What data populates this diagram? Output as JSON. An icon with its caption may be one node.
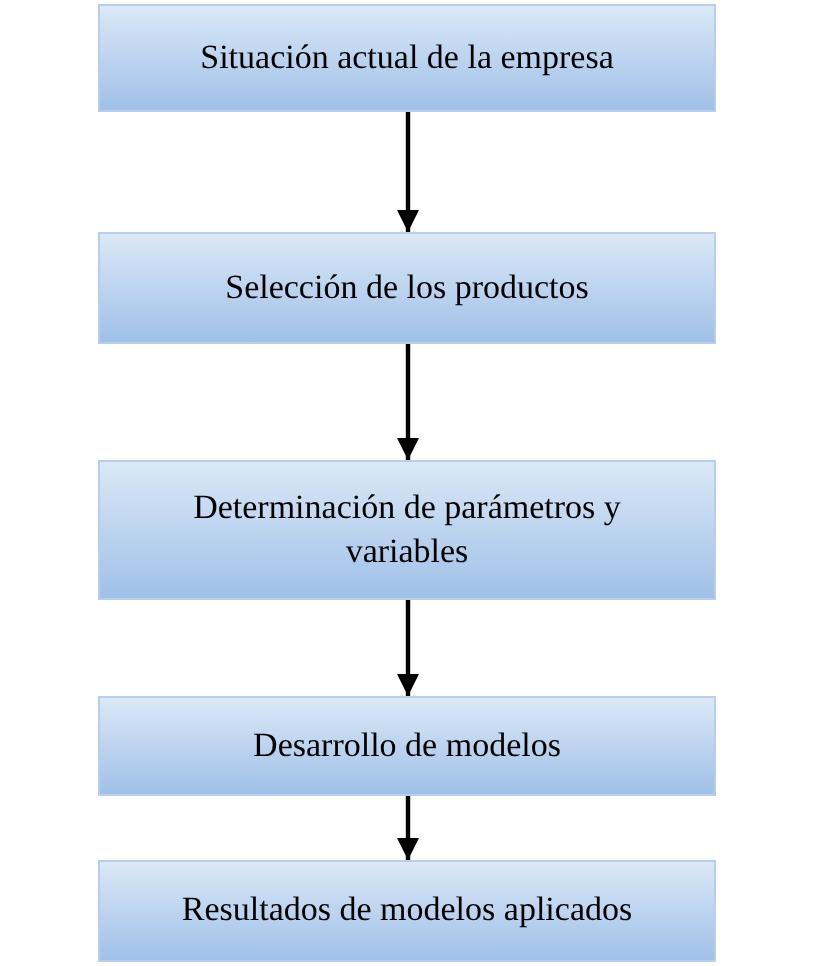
{
  "diagram": {
    "nodes": [
      {
        "text": [
          "Situación actual de la empresa"
        ]
      },
      {
        "text": [
          "Selección de los productos"
        ]
      },
      {
        "text": [
          "Determinación de parámetros y variables"
        ]
      },
      {
        "text": [
          "Desarrollo de modelos"
        ]
      },
      {
        "text": [
          "Resultados de modelos aplicados"
        ]
      }
    ],
    "edges": [
      {
        "from": 0,
        "to": 1,
        "arrow": "to"
      },
      {
        "from": 1,
        "to": 2,
        "arrow": "to"
      },
      {
        "from": 2,
        "to": 3,
        "arrow": "to"
      },
      {
        "from": 3,
        "to": 4,
        "arrow": "to"
      }
    ]
  }
}
